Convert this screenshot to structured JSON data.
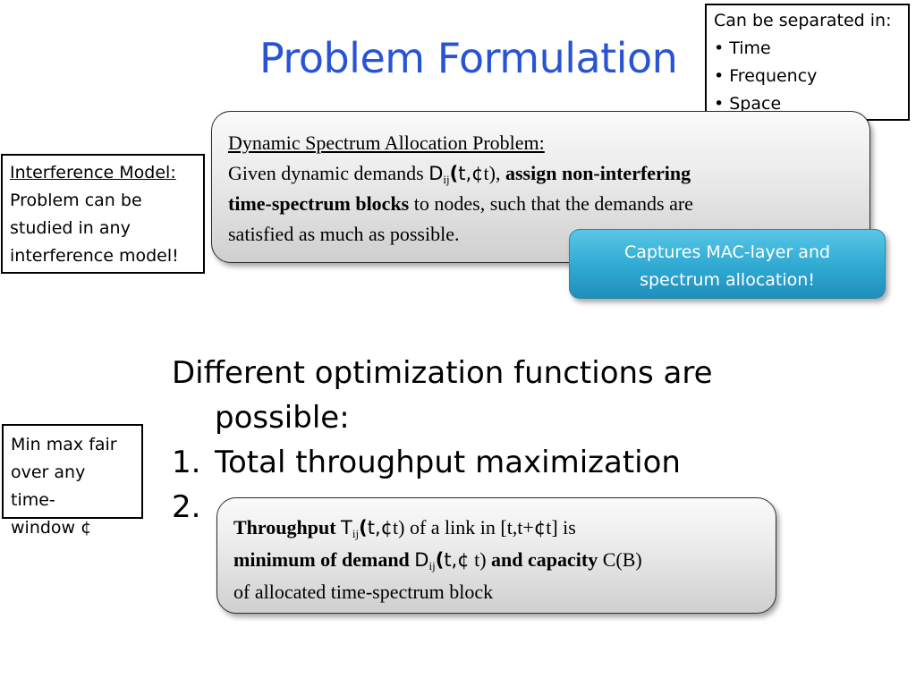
{
  "slide": {
    "title": "Problem Formulation",
    "separated_box": {
      "header": "Can be separated in:",
      "items": [
        "Time",
        "Frequency",
        "Space"
      ]
    },
    "interference_box": {
      "header": "Interference Model:",
      "line1": "Problem can be",
      "line2": "studied in any",
      "line3": "interference model!"
    },
    "minmax_box": {
      "line1": "Min max fair",
      "line2": "over any time-",
      "line3": "window ¢"
    },
    "dsa_box": {
      "heading": "Dynamic Spectrum Allocation Problem:",
      "pre": "Given dynamic demands ",
      "D": "D",
      "sub_ij": "ij",
      "paren1": "(",
      "t": "t",
      "comma_cent": ",¢",
      "t_close": "t),",
      "bold1": "assign non-interfering",
      "bold2": "time-spectrum blocks",
      "rest1": " to nodes, such that the demands are",
      "rest2": "satisfied as much as possible."
    },
    "mac_box": {
      "line1": "Captures MAC-layer and",
      "line2": "spectrum allocation!"
    },
    "body": {
      "line1": "Different optimization functions are",
      "line2": "possible:",
      "item1_num": "1.",
      "item1_text": "Total throughput maximization",
      "item2_num": "2."
    },
    "throughput_box": {
      "bold_throughput": "Throughput",
      "T": "T",
      "sub_ij": "ij",
      "paren": "(",
      "t": "t",
      "comma_cent": ",¢",
      "rest1": "t) of a link in [t,t+",
      "cent": "¢",
      "rest1b": "t] is",
      "bold_min": "minimum of demand",
      "D": "D",
      "sub_ij2": "ij",
      "paren2": "(",
      "t2": "t",
      "comma_cent2": ",¢",
      "t_close": " t) ",
      "bold_cap": "and capacity",
      "cap": " C(B)",
      "line3": "of allocated time-spectrum block"
    }
  }
}
